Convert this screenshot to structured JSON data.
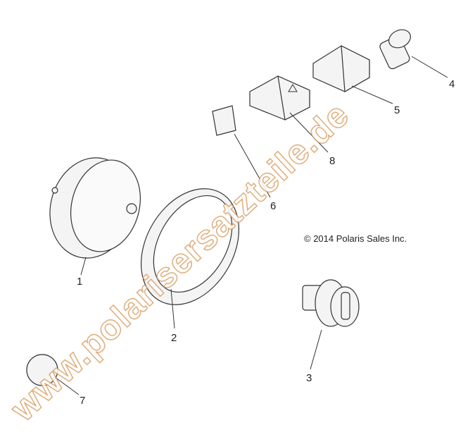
{
  "diagram": {
    "copyright": "© 2014 Polaris Sales Inc.",
    "watermark": "www.polarisersatzteile.de",
    "callouts": [
      {
        "id": "1"
      },
      {
        "id": "2"
      },
      {
        "id": "3"
      },
      {
        "id": "4"
      },
      {
        "id": "5"
      },
      {
        "id": "6"
      },
      {
        "id": "7"
      },
      {
        "id": "8"
      }
    ]
  }
}
